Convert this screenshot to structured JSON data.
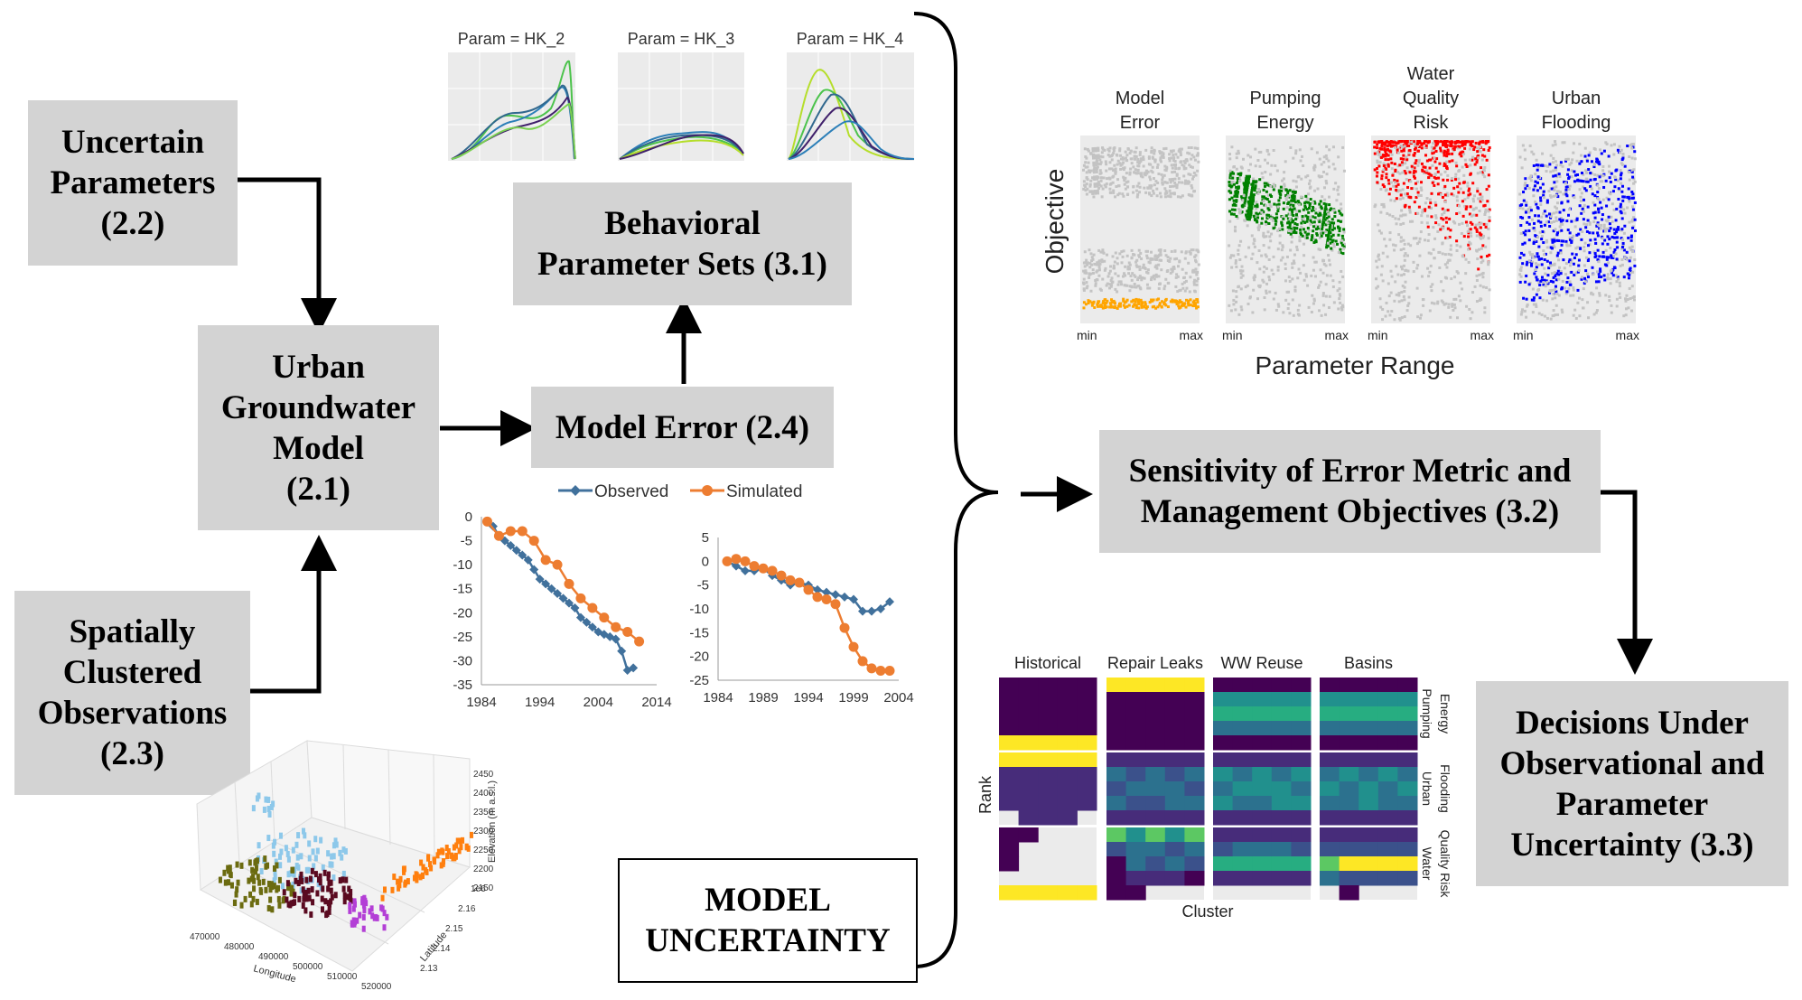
{
  "boxes": {
    "uncertain_parameters": "Uncertain\nParameters\n(2.2)",
    "urban_groundwater_model": "Urban\nGroundwater\nModel\n(2.1)",
    "spatially_clustered_observations": "Spatially\nClustered\nObservations\n(2.3)",
    "model_error": "Model Error (2.4)",
    "behavioral_parameter_sets": "Behavioral\nParameter Sets (3.1)",
    "sensitivity": "Sensitivity of Error Metric and\nManagement Objectives (3.2)",
    "decisions": "Decisions Under\nObservational and\nParameter\nUncertainty (3.3)",
    "model_uncertainty": "MODEL\nUNCERTAINTY"
  },
  "density_panels": {
    "titles": [
      "Param = HK_2",
      "Param = HK_3",
      "Param = HK_4"
    ]
  },
  "timeseries": {
    "legend": [
      "Observed",
      "Simulated"
    ],
    "colors": {
      "observed": "#41719c",
      "simulated": "#ed7d31"
    },
    "left": {
      "yticks": [
        "0",
        "-5",
        "-10",
        "-15",
        "-20",
        "-25",
        "-30",
        "-35"
      ],
      "xticks": [
        "1984",
        "1994",
        "2004",
        "2014"
      ]
    },
    "right": {
      "yticks": [
        "5",
        "0",
        "-5",
        "-10",
        "-15",
        "-20",
        "-25"
      ],
      "xticks": [
        "1984",
        "1989",
        "1994",
        "1999",
        "2004"
      ]
    }
  },
  "chart_data": [
    {
      "type": "line",
      "series": [
        {
          "name": "Observed",
          "x": [
            1985,
            1986,
            1987,
            1988,
            1989,
            1990,
            1991,
            1992,
            1993,
            1994,
            1995,
            1996,
            1997,
            1998,
            1999,
            2000,
            2001,
            2002,
            2003,
            2004,
            2005,
            2006,
            2007,
            2008,
            2009,
            2010
          ],
          "values": [
            -1,
            -2,
            -4,
            -5,
            -6,
            -7,
            -8,
            -9,
            -11,
            -13,
            -14,
            -15,
            -16,
            -17,
            -18,
            -19,
            -21,
            -22,
            -23,
            -24,
            -24.5,
            -25,
            -25.5,
            -28,
            -32,
            -31.5
          ]
        },
        {
          "name": "Simulated",
          "x": [
            1985,
            1987,
            1989,
            1991,
            1993,
            1995,
            1997,
            1999,
            2001,
            2003,
            2005,
            2007,
            2009,
            2011
          ],
          "values": [
            -1,
            -4,
            -3,
            -3,
            -5,
            -9,
            -10,
            -14,
            -17,
            -19,
            -21,
            -23,
            -24,
            -26
          ]
        }
      ],
      "ylim": [
        -35,
        0
      ],
      "xlim": [
        1984,
        2014
      ]
    },
    {
      "type": "line",
      "series": [
        {
          "name": "Observed",
          "x": [
            1985,
            1986,
            1987,
            1988,
            1989,
            1990,
            1991,
            1992,
            1993,
            1994,
            1995,
            1996,
            1997,
            1998,
            1999,
            2000,
            2001,
            2002,
            2003
          ],
          "values": [
            0,
            -1,
            -2,
            -2,
            -1.5,
            -3,
            -4,
            -5,
            -4.5,
            -5,
            -6,
            -6.5,
            -7,
            -7.5,
            -8,
            -10.5,
            -10.5,
            -10,
            -8.5
          ]
        },
        {
          "name": "Simulated",
          "x": [
            1985,
            1986,
            1987,
            1988,
            1989,
            1990,
            1991,
            1992,
            1993,
            1994,
            1995,
            1996,
            1997,
            1998,
            1999,
            2000,
            2001,
            2002,
            2003
          ],
          "values": [
            0,
            0.5,
            0,
            -1,
            -1.5,
            -2,
            -3,
            -4,
            -4.5,
            -6,
            -7.5,
            -8,
            -9,
            -14,
            -18,
            -21,
            -22.5,
            -23,
            -23
          ]
        }
      ],
      "ylim": [
        -25,
        5
      ],
      "xlim": [
        1984,
        2004
      ]
    }
  ],
  "scatter_panels": {
    "titles": [
      "Model\nError",
      "Pumping\nEnergy",
      "Water\nQuality\nRisk",
      "Urban\nFlooding"
    ],
    "colors": [
      "#ffa500",
      "#008000",
      "#ff0000",
      "#0000ff"
    ],
    "ylabel": "Objective",
    "xlabel": "Parameter Range",
    "min_label": "min",
    "max_label": "max"
  },
  "heatmap": {
    "columns": [
      "Historical",
      "Repair Leaks",
      "WW Reuse",
      "Basins"
    ],
    "rows": [
      "Pumping\nEnergy",
      "Urban\nFlooding",
      "Water\nQuality Risk"
    ],
    "ylabel": "Rank",
    "xlabel": "Cluster"
  },
  "map3d": {
    "xlabel": "Longitude",
    "ylabel": "Latitude",
    "zlabel": "Elevation (m a.s.l.)",
    "xticks": [
      "470000",
      "480000",
      "490000",
      "500000",
      "510000",
      "520000"
    ],
    "yticks": [
      "2.13",
      "2.14",
      "2.15",
      "2.16",
      "1e6"
    ],
    "zticks": [
      "2450",
      "2400",
      "2350",
      "2300",
      "2250",
      "2200",
      "2150"
    ]
  }
}
